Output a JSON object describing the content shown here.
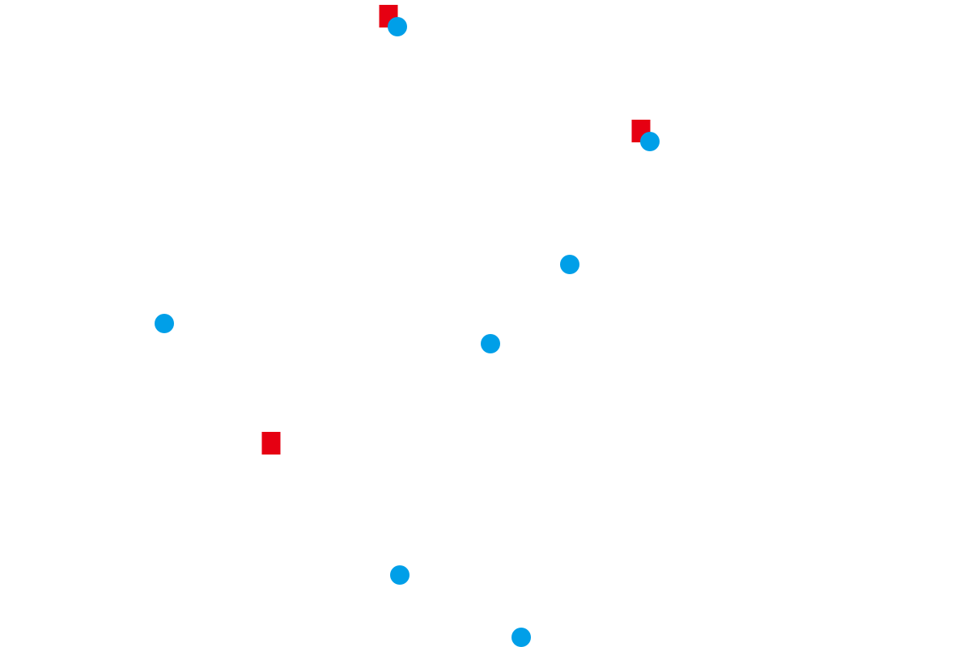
{
  "canvas": {
    "background": "#ffffff"
  },
  "marker_styles": {
    "square": {
      "shape": "square-marker-icon",
      "color": "#e60012"
    },
    "circle": {
      "shape": "circle-marker-icon",
      "color": "#009fe8"
    }
  },
  "markers": [
    {
      "shape": "square",
      "name": "red-square-marker-1"
    },
    {
      "shape": "square",
      "name": "red-square-marker-2"
    },
    {
      "shape": "square",
      "name": "red-square-marker-3"
    },
    {
      "shape": "circle",
      "name": "blue-circle-marker-1"
    },
    {
      "shape": "circle",
      "name": "blue-circle-marker-2"
    },
    {
      "shape": "circle",
      "name": "blue-circle-marker-3"
    },
    {
      "shape": "circle",
      "name": "blue-circle-marker-4"
    },
    {
      "shape": "circle",
      "name": "blue-circle-marker-5"
    },
    {
      "shape": "circle",
      "name": "blue-circle-marker-6"
    },
    {
      "shape": "circle",
      "name": "blue-circle-marker-7"
    }
  ]
}
